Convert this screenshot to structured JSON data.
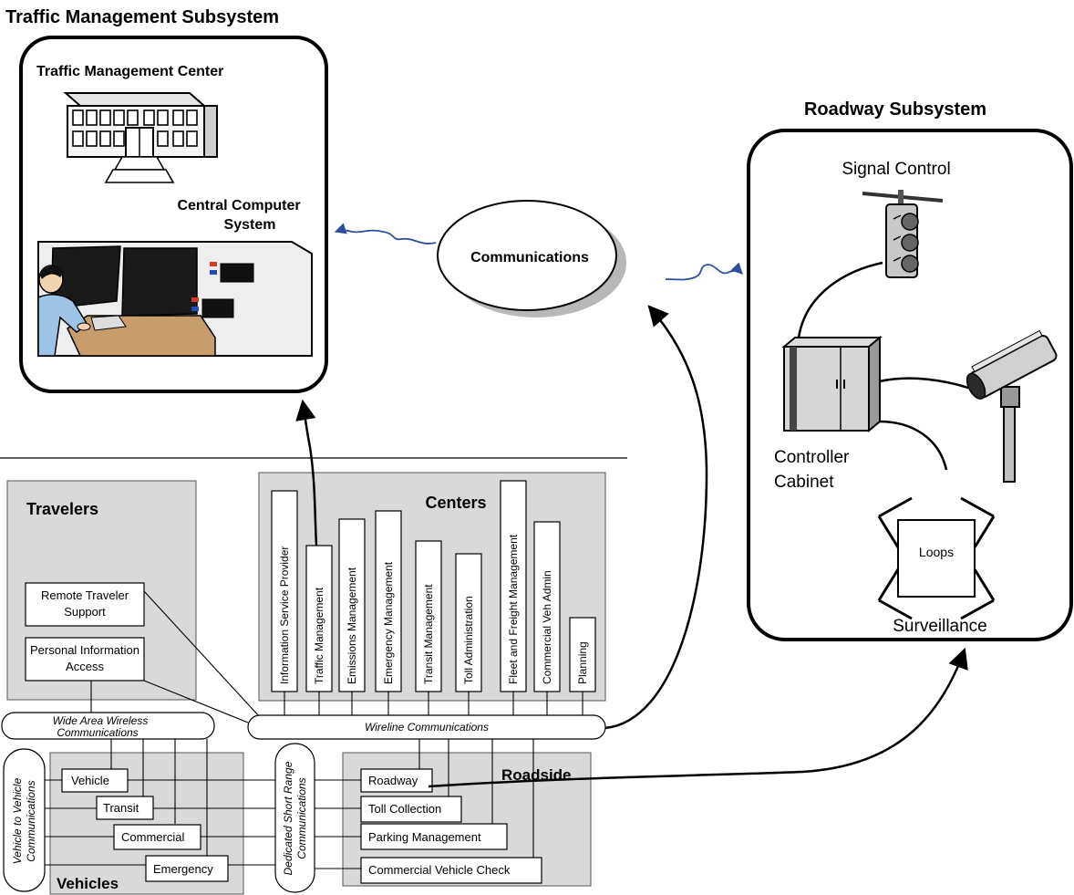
{
  "tms": {
    "title": "Traffic Management Subsystem",
    "center_label": "Traffic Management Center",
    "computer_label_line1": "Central Computer",
    "computer_label_line2": "System"
  },
  "communications": {
    "label": "Communications"
  },
  "roadway": {
    "title": "Roadway Subsystem",
    "signal_control": "Signal Control",
    "controller_line1": "Controller",
    "controller_line2": "Cabinet",
    "loops": "Loops",
    "surveillance": "Surveillance"
  },
  "architecture": {
    "travelers": {
      "title": "Travelers",
      "remote_line1": "Remote Traveler",
      "remote_line2": "Support",
      "personal_line1": "Personal Information",
      "personal_line2": "Access"
    },
    "centers": {
      "title": "Centers",
      "items": [
        "Information Service Provider",
        "Traffic Management",
        "Emissions Management",
        "Emergency Management",
        "Transit Management",
        "Toll Administration",
        "Fleet and Freight Management",
        "Commercial Veh Admin",
        "Planning"
      ]
    },
    "wide_area_line1": "Wide Area Wireless",
    "wide_area_line2": "Communications",
    "wireline": "Wireline Communications",
    "v2v_line1": "Vehicle to Vehicle",
    "v2v_line2": "Communications",
    "dsrc_line1": "Dedicated Short Range",
    "dsrc_line2": "Communications",
    "vehicles": {
      "title": "Vehicles",
      "items": [
        "Vehicle",
        "Transit",
        "Commercial",
        "Emergency"
      ]
    },
    "roadside": {
      "title": "Roadside",
      "items": [
        "Roadway",
        "Toll Collection",
        "Parking Management",
        "Commercial Vehicle Check"
      ]
    }
  }
}
